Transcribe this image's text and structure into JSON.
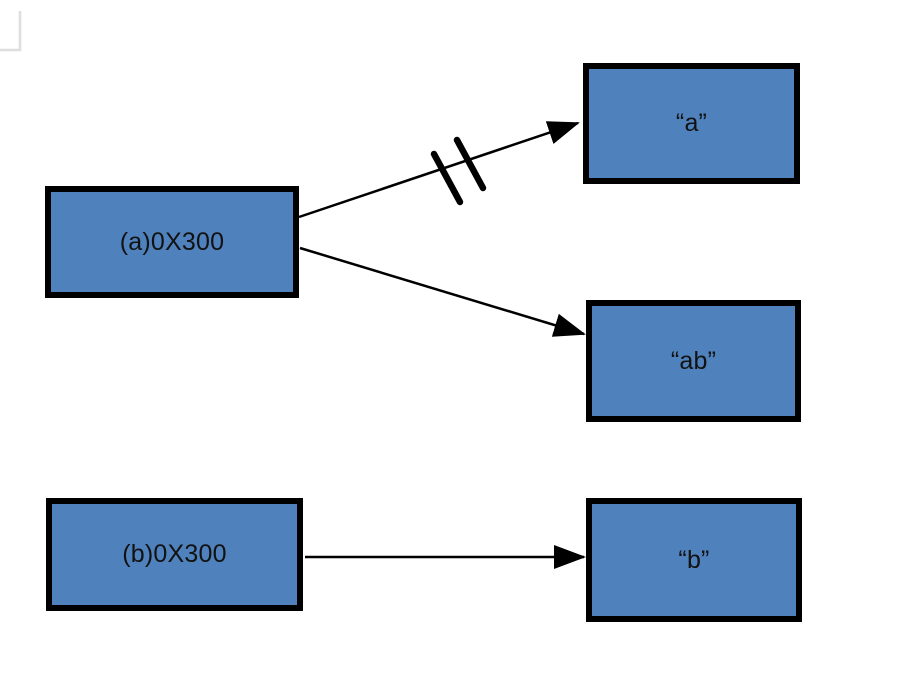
{
  "diagram": {
    "description": "Pointer-to-string diagram: pointer variables holding address 0X300 pointing at string literals; the link from (a)0X300 to the old string “a” is struck through (broken), while (a)0X300 now points to “ab” and (b)0X300 points to “b”.",
    "colors": {
      "node_fill": "#4f81bd",
      "node_stroke": "#000000",
      "edge_stroke": "#000000",
      "label_text": "#121212",
      "background": "#ffffff",
      "corner_artifact": "#dedede"
    },
    "nodes": {
      "pointer_a": {
        "label": "(a)0X300"
      },
      "string_a": {
        "label": "“a”"
      },
      "string_ab": {
        "label": "“ab”"
      },
      "pointer_b": {
        "label": "(b)0X300"
      },
      "string_b": {
        "label": "“b”"
      }
    },
    "edges": [
      {
        "from": "pointer_a",
        "to": "string_a",
        "style": "arrow",
        "annotation": "broken-link-double-slash"
      },
      {
        "from": "pointer_a",
        "to": "string_ab",
        "style": "arrow",
        "annotation": ""
      },
      {
        "from": "pointer_b",
        "to": "string_b",
        "style": "arrow",
        "annotation": ""
      }
    ]
  }
}
